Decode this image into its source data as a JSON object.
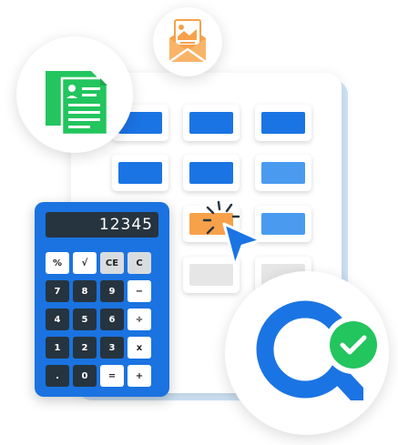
{
  "calculator": {
    "display": "12345",
    "keys": [
      "%",
      "√",
      "CE",
      "C",
      "7",
      "8",
      "9",
      "−",
      "4",
      "5",
      "6",
      "÷",
      "1",
      "2",
      "3",
      "x",
      ".",
      "0",
      "=",
      "+"
    ]
  },
  "colors": {
    "blue": "#1b74e4",
    "light_blue": "#4a9bef",
    "orange": "#f7a14b",
    "green": "#22c55e",
    "dark": "#26343f"
  },
  "icons": [
    "document-icon",
    "envelope-icon",
    "cursor-icon",
    "q-logo-icon",
    "check-badge-icon"
  ]
}
